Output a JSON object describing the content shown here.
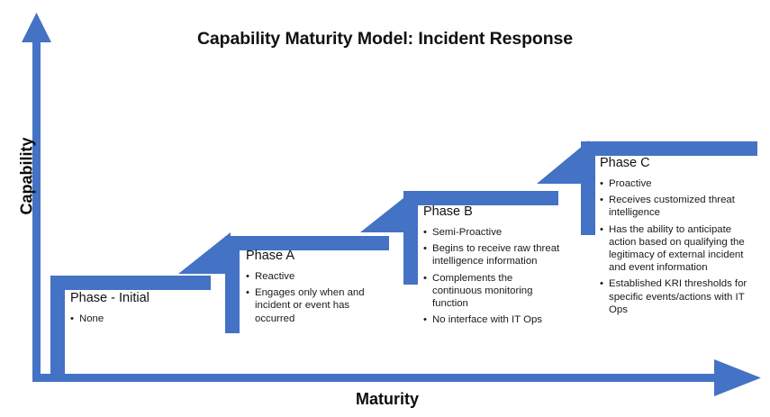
{
  "title": "Capability Maturity Model: Incident Response",
  "colors": {
    "accent": "#4472C4",
    "text": "#1a1a1a",
    "background": "#ffffff"
  },
  "axes": {
    "y_label": "Capability",
    "x_label": "Maturity",
    "y_arrow_icon": "arrow-up-icon",
    "x_arrow_icon": "arrow-right-icon"
  },
  "chart_data": {
    "type": "diagram",
    "subtype": "staircase-maturity-model",
    "title": "Capability Maturity Model: Incident Response",
    "xlabel": "Maturity",
    "ylabel": "Capability",
    "steps": 4,
    "direction": "increasing",
    "phases": [
      {
        "id": "phase-initial",
        "heading": "Phase - Initial",
        "level": 1,
        "bullets": [
          "None"
        ]
      },
      {
        "id": "phase-a",
        "heading": "Phase A",
        "level": 2,
        "bullets": [
          "Reactive",
          "Engages only when and incident or event has occurred"
        ]
      },
      {
        "id": "phase-b",
        "heading": "Phase B",
        "level": 3,
        "bullets": [
          "Semi-Proactive",
          "Begins to receive raw threat intelligence information",
          "Complements the continuous monitoring function",
          "No interface with IT Ops"
        ]
      },
      {
        "id": "phase-c",
        "heading": "Phase C",
        "level": 4,
        "bullets": [
          "Proactive",
          "Receives customized threat intelligence",
          "Has the ability to anticipate action based on qualifying the legitimacy of external incident and event information",
          "Established KRI thresholds for specific events/actions with IT Ops"
        ]
      }
    ]
  }
}
